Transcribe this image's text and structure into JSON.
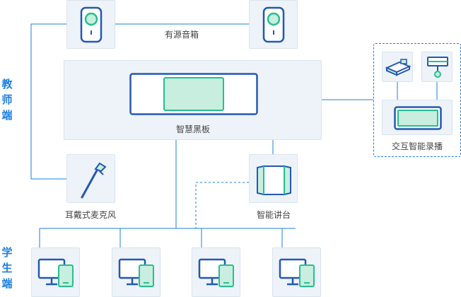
{
  "side_labels": {
    "teacher": "教\n师\n端",
    "student": "学\n生\n端"
  },
  "devices": {
    "speaker": "有源音箱",
    "blackboard": "智慧黑板",
    "headset_mic": "耳戴式麦克风",
    "podium": "智能讲台",
    "recorder_group": "交互智能录播"
  },
  "colors": {
    "accent_blue": "#1e7fe0",
    "navy": "#2458b4",
    "green": "#24c08e",
    "green_fill": "#c8eee0",
    "box_bg": "#edf3f9"
  }
}
